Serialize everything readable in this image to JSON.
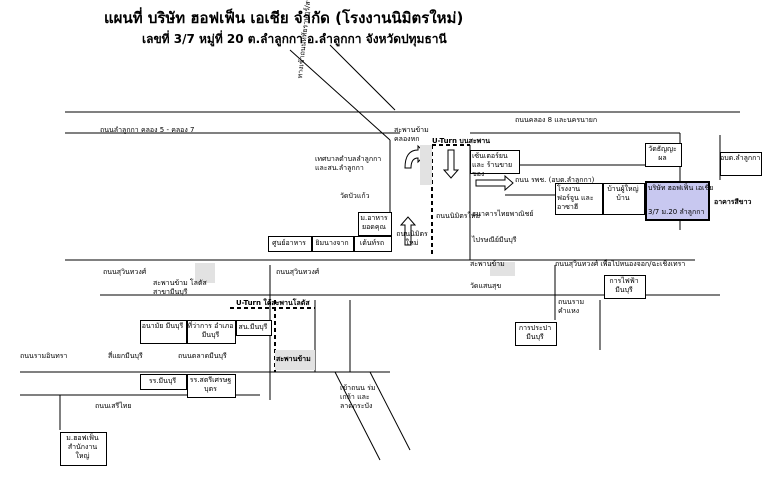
{
  "title": "แผนที่ บริษัท ฮอฟเฟ็น เอเชีย จำกัด (โรงงานนิมิตรใหม่)",
  "address": "เลขที่ 3/7 หมู่ที่ 20 ต.ลำลูกกา อ.ลำลูกกา จังหวัดปทุมธานี",
  "company": {
    "name": "บริษัท ฮอฟเฟ็น เอเชีย",
    "address": "3/7 ม.20 ลำลูกกา",
    "highlight_color": "#c8c8f0"
  },
  "roads": {
    "lamlukka": "ถนนลำลูกกา คลอง 5 - คลอง 7",
    "khlong8": "ถนนคลอง 8 และนครนายก",
    "rama_to_saimai": "ทางเข้าถนนหทัยราษฎร์/สายไหม",
    "ror_por_chor": "ถนน รพช. (อบต.ลำลูกกา)",
    "nimit_mai": "ถนนนิมิตรใหม่",
    "nimit_mai_short": "ถนนนิมิตร ใหม่",
    "suwinthawong_left": "ถนนสุวินทวงศ์",
    "suwinthawong_mid": "ถนนสุวินทวงศ์",
    "suwinthawong_right": "ถนนสุวินทวงศ์ เพื่อไปหนองจอก/ฉะเชิงเทรา",
    "ramindra": "ถนนรามอินทรา",
    "talad_minburi": "ถนนตลาดมีนบุรี",
    "seri_thai": "ถนนเสรีไทย",
    "ramkhamhaeng": "ถนนราม คำแหง",
    "romklao": "เข้าถนน ร่มเกล้า และลาดกระบัง"
  },
  "bridges": {
    "khlong_hok": "สะพานข้าม คลองหก",
    "uturn_top": "U-Turn บนสะพาน",
    "suwinthawong": "สะพานข้าม",
    "lotus": "สะพานข้าม โลตัส สาขามีนบุรี",
    "uturn_lotus": "U-Turn ใต้สะพานโลตัส",
    "talad": "สะพานข้าม"
  },
  "places": {
    "tessaban": "เทศบาลตำบลลำลูกกา และสน.ลำลูกกา",
    "center_shop": "เซ้นเตอร์ยนและ ร้านขายของ",
    "wat_bua_kaeo": "วัดบัวแก้ว",
    "food_court": "ม.อาหาร ยอดคุณ",
    "tyre_center": "ศูนย์อาหาร",
    "market_shop": "ยิมนางจาก",
    "center_tor": "เต้นท์รถ",
    "factory_modern": "โรงงานฟอร์จูน และอาซาฮี",
    "housing": "บ้านผู้ใหญ่ บ้าน",
    "kbank": "ธนาคารไทยพาณิชย์",
    "post": "ไปรษณีย์มีนบุรี",
    "sao_lamlukka": "อบต.ลำลูกกา",
    "wat_thanyaburi": "วัดธัญญะ ผล",
    "white_building": "อาคารสีขาว",
    "wat_saensuk": "วัดแสนสุข",
    "water_works": "การประปา มีนบุรี",
    "electricity": "การไฟฟ้า มีนบุรี",
    "school": "อนามัย มีนบุรี",
    "district_office": "ที่ว่าการ อำเภอมีนบุรี",
    "police": "สน.มีนบุรี",
    "hospital": "รร.มีนบุรี",
    "school2": "รร.สตรีเศรษฐ บุตร",
    "sie_yaek": "สี่แยกมีนบุรี",
    "police_sam": "ม.ฮอฟเฟ็น สำนักงาน ใหญ่"
  }
}
